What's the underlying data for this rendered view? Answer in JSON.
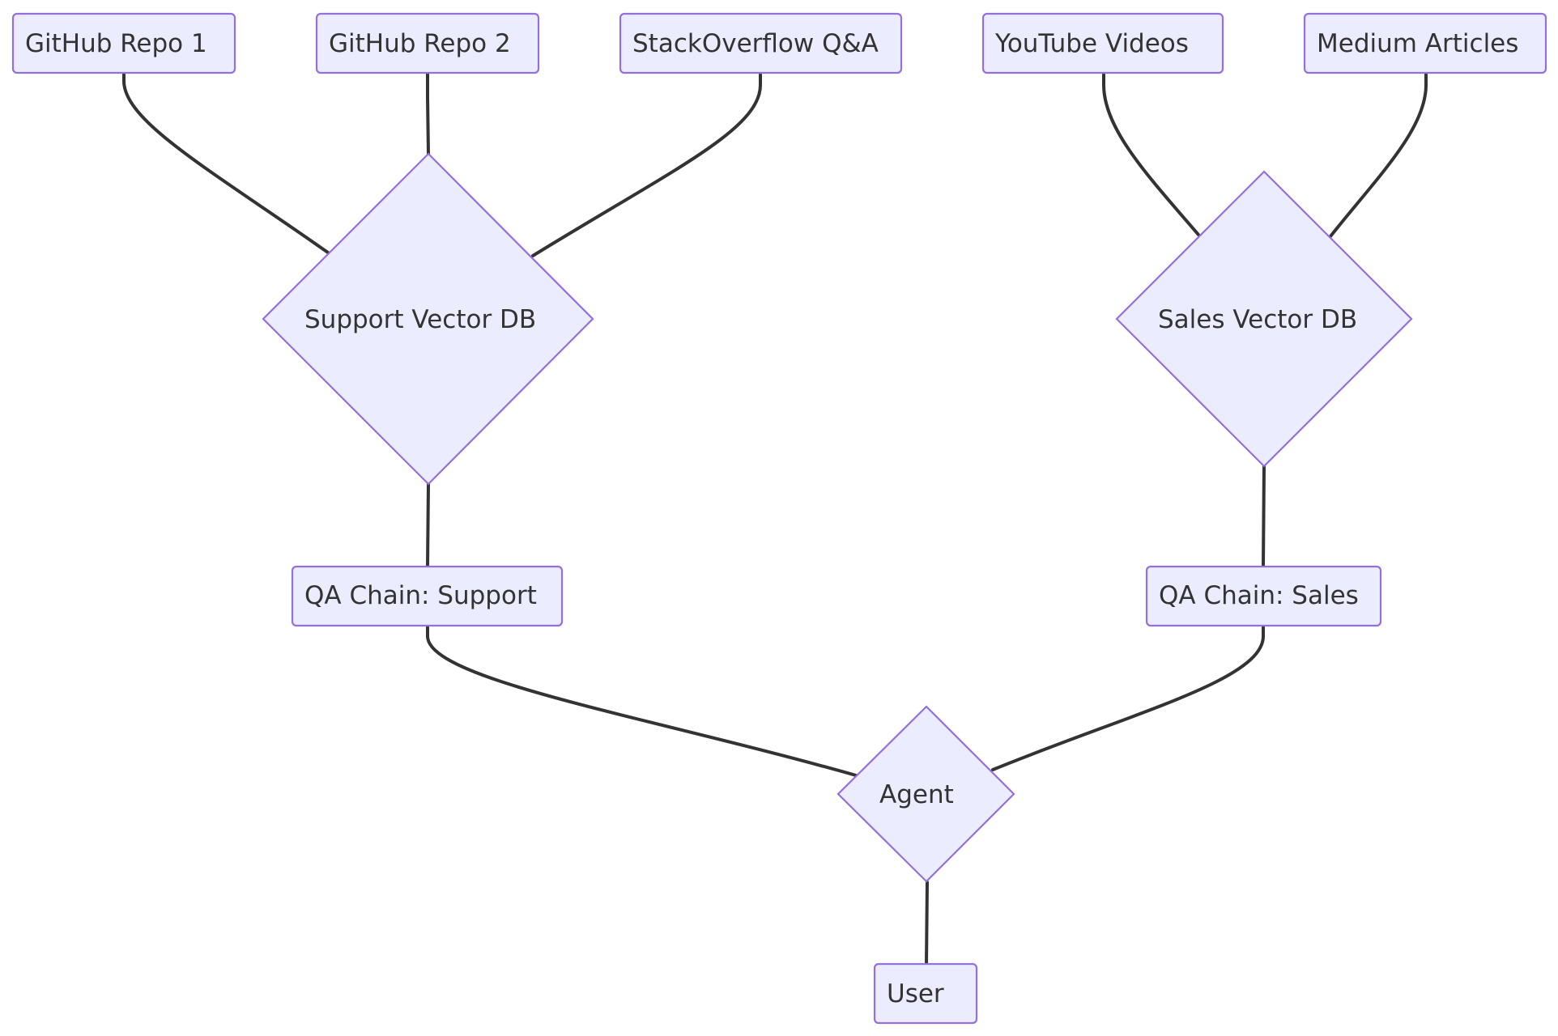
{
  "diagram": {
    "type": "flowchart",
    "theme": {
      "node_fill": "#ECECFF",
      "node_stroke": "#9370DB",
      "edge_color": "#333333",
      "text_color": "#333333"
    },
    "nodes": {
      "github_repo_1": {
        "label": "GitHub Repo 1",
        "shape": "rect"
      },
      "github_repo_2": {
        "label": "GitHub Repo 2",
        "shape": "rect"
      },
      "stackoverflow": {
        "label": "StackOverflow Q&A",
        "shape": "rect"
      },
      "youtube": {
        "label": "YouTube Videos",
        "shape": "rect"
      },
      "medium": {
        "label": "Medium Articles",
        "shape": "rect"
      },
      "support_db": {
        "label": "Support Vector DB",
        "shape": "diamond"
      },
      "sales_db": {
        "label": "Sales Vector DB",
        "shape": "diamond"
      },
      "qa_support": {
        "label": "QA Chain: Support",
        "shape": "rect"
      },
      "qa_sales": {
        "label": "QA Chain: Sales",
        "shape": "rect"
      },
      "agent": {
        "label": "Agent",
        "shape": "diamond"
      },
      "user": {
        "label": "User",
        "shape": "rect"
      }
    },
    "edges": [
      {
        "from": "github_repo_1",
        "to": "support_db"
      },
      {
        "from": "github_repo_2",
        "to": "support_db"
      },
      {
        "from": "stackoverflow",
        "to": "support_db"
      },
      {
        "from": "youtube",
        "to": "sales_db"
      },
      {
        "from": "medium",
        "to": "sales_db"
      },
      {
        "from": "support_db",
        "to": "qa_support"
      },
      {
        "from": "sales_db",
        "to": "qa_sales"
      },
      {
        "from": "qa_support",
        "to": "agent"
      },
      {
        "from": "qa_sales",
        "to": "agent"
      },
      {
        "from": "agent",
        "to": "user"
      }
    ]
  }
}
